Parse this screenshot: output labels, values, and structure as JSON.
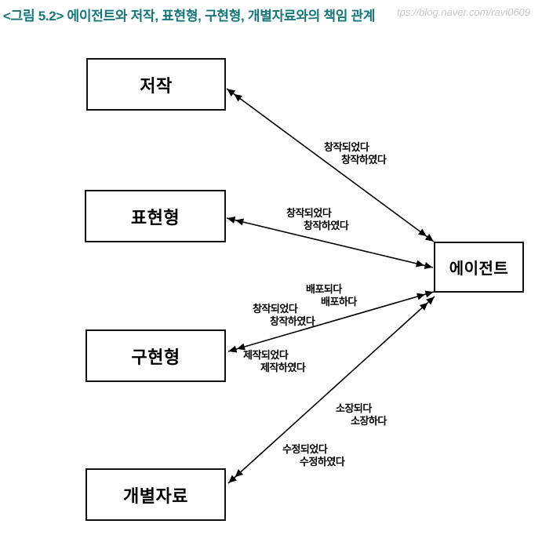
{
  "figure": {
    "caption": "<그림 5.2> 에이전트와 저작, 표현형, 구현형, 개별자료와의 책임 관계",
    "watermark": "tps://blog.naver.com/ravi0609"
  },
  "colors": {
    "caption_teal": "#16767a",
    "watermark_gray": "#c8c8c8",
    "line_black": "#000000",
    "box_border": "#111111",
    "background": "#ffffff"
  },
  "entities": [
    {
      "id": "work",
      "label": "저작"
    },
    {
      "id": "expression",
      "label": "표현형"
    },
    {
      "id": "manifestation",
      "label": "구현형"
    },
    {
      "id": "item",
      "label": "개별자료"
    },
    {
      "id": "agent",
      "label": "에이전트"
    }
  ],
  "relationship_labels": [
    {
      "between": "work-agent",
      "line1": "창작되었다",
      "line2": "창작하였다"
    },
    {
      "between": "expression-agent",
      "line1": "창작되었다",
      "line2": "창작하였다"
    },
    {
      "between": "manifestation-agent",
      "line1": "배포되다",
      "line2": "배포하다"
    },
    {
      "between": "manifestation-agent",
      "line1": "창작되었다",
      "line2": "창작하였다"
    },
    {
      "between": "manifestation-agent",
      "line1": "제작되었다",
      "line2": "제작하였다"
    },
    {
      "between": "item-agent",
      "line1": "소장되다",
      "line2": "소장하다"
    },
    {
      "between": "item-agent",
      "line1": "수정되었다",
      "line2": "수정하였다"
    }
  ]
}
